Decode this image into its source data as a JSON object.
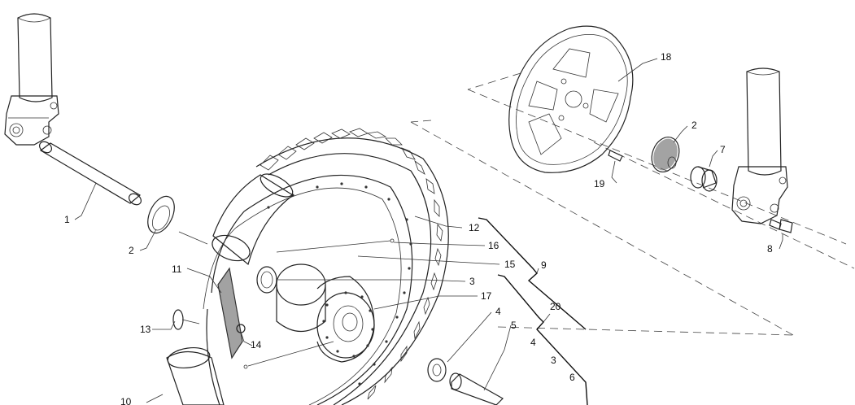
{
  "callouts": {
    "c1": "1",
    "c2a": "2",
    "c2b": "2",
    "c3a": "3",
    "c3b": "3",
    "c4a": "4",
    "c4b": "4",
    "c5": "5",
    "c6": "6",
    "c7": "7",
    "c8": "8",
    "c9": "9",
    "c10": "10",
    "c11": "11",
    "c12": "12",
    "c13": "13",
    "c14": "14",
    "c15": "15",
    "c16": "16",
    "c17": "17",
    "c18": "18",
    "c19": "19",
    "c20": "20"
  },
  "icons": {
    "fork_left": "fork-leg-icon",
    "fork_right": "fork-leg-icon",
    "brake_disc": "brake-disc-icon",
    "wheel": "wheel-icon"
  }
}
